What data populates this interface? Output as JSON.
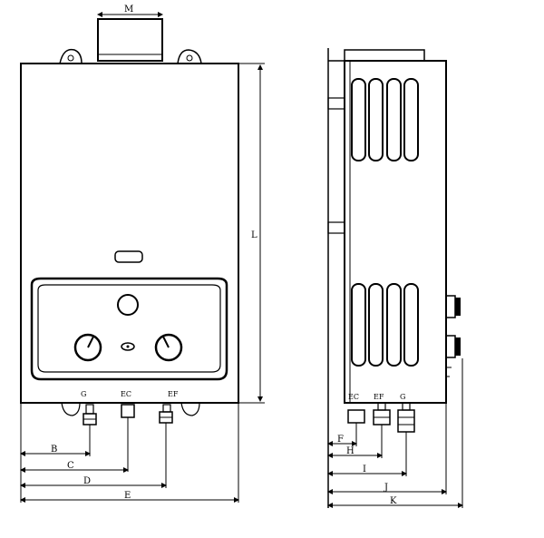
{
  "front_view": {
    "dimensions": {
      "top_width": "M",
      "height": "L",
      "dim_b": "B",
      "dim_c": "C",
      "dim_d": "D",
      "overall_width": "E"
    },
    "connections": [
      "G",
      "EC",
      "EF"
    ]
  },
  "side_view": {
    "dimensions": {
      "dim_f": "F",
      "dim_h": "H",
      "dim_i": "I",
      "dim_j": "J",
      "overall_depth": "K"
    },
    "connections": [
      "EC",
      "EF",
      "G"
    ]
  }
}
